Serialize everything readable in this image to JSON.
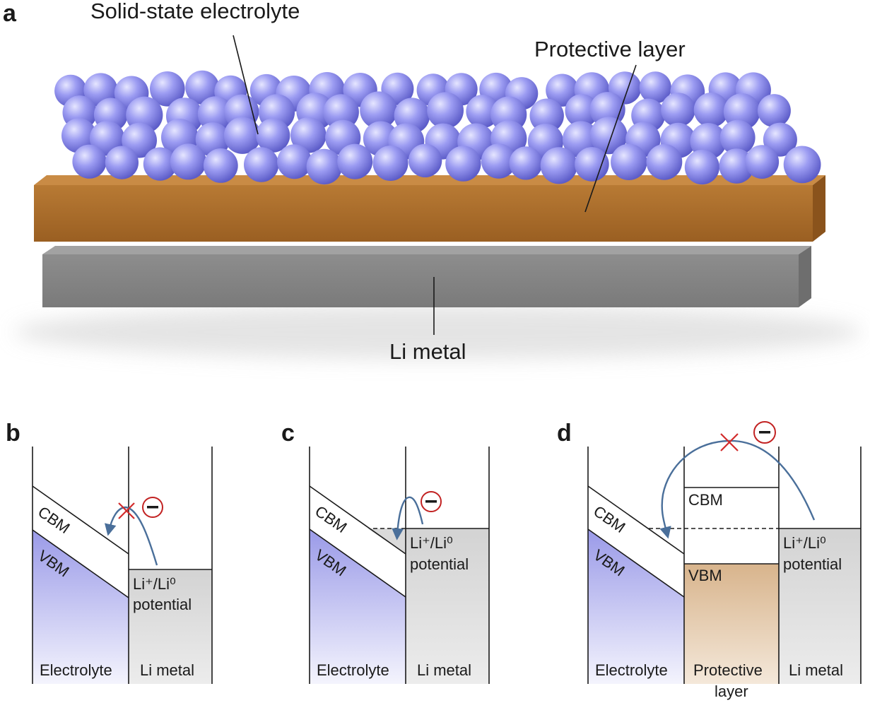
{
  "panel_a": {
    "label": "a",
    "callouts": {
      "electrolyte": "Solid-state electrolyte",
      "protective": "Protective layer",
      "li_metal": "Li metal"
    },
    "colors": {
      "spheres": "#8f8ff0",
      "protective_layer": "#b0702e",
      "li_metal": "#8e8e8e"
    }
  },
  "panel_b": {
    "label": "b",
    "cbm": "CBM",
    "vbm": "VBM",
    "potential_line1": "Li⁺/Li⁰",
    "potential_line2": "potential",
    "region_left": "Electrolyte",
    "region_right": "Li metal"
  },
  "panel_c": {
    "label": "c",
    "cbm": "CBM",
    "vbm": "VBM",
    "potential_line1": "Li⁺/Li⁰",
    "potential_line2": "potential",
    "region_left": "Electrolyte",
    "region_right": "Li metal"
  },
  "panel_d": {
    "label": "d",
    "cbm_electrolyte": "CBM",
    "vbm_electrolyte": "VBM",
    "cbm_protective": "CBM",
    "vbm_protective": "VBM",
    "potential_line1": "Li⁺/Li⁰",
    "potential_line2": "potential",
    "region_left": "Electrolyte",
    "region_middle_line1": "Protective",
    "region_middle_line2": "layer",
    "region_right": "Li metal"
  },
  "electron_symbol": "−",
  "colors": {
    "vbm_fill": "#a9a9ec",
    "li_fill": "#d8d8d8",
    "protective_fill": "#dcbc98",
    "arrow": "#4a6f9a",
    "block_cross": "#d22b2b"
  }
}
